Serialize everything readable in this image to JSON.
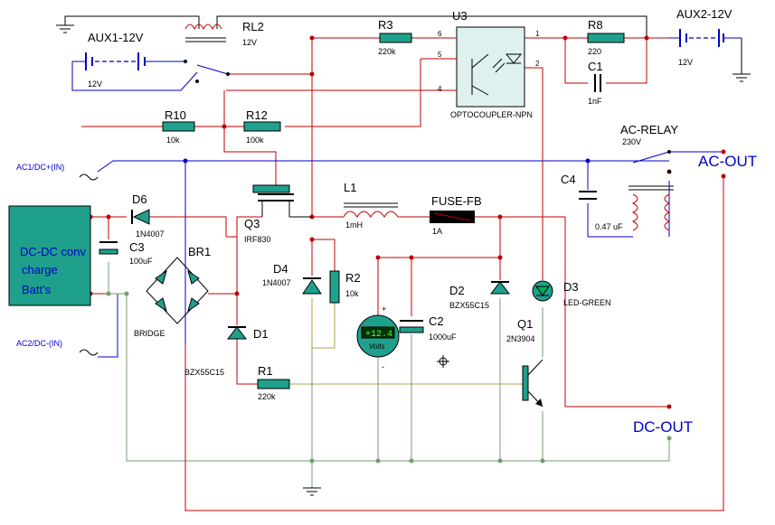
{
  "components": {
    "aux1": {
      "label": "AUX1-12V",
      "value": "12V"
    },
    "aux2": {
      "label": "AUX2-12V",
      "value": "12V"
    },
    "rl2": {
      "label": "RL2",
      "value": "12V"
    },
    "r3": {
      "label": "R3",
      "value": "220k"
    },
    "u3": {
      "label": "U3",
      "value": "OPTOCOUPLER-NPN",
      "pins": [
        "6",
        "5",
        "4",
        "1",
        "2"
      ]
    },
    "r8": {
      "label": "R8",
      "value": "220"
    },
    "c1": {
      "label": "C1",
      "value": "1nF"
    },
    "r10": {
      "label": "R10",
      "value": "10k"
    },
    "r12": {
      "label": "R12",
      "value": "100k"
    },
    "ac_relay": {
      "label": "AC-RELAY",
      "value": "230V"
    },
    "d6": {
      "label": "D6",
      "value": "1N4007"
    },
    "q3": {
      "label": "Q3",
      "value": "IRF830"
    },
    "l1": {
      "label": "L1",
      "value": "1mH"
    },
    "fuse": {
      "label": "FUSE-FB",
      "value": "1A"
    },
    "c4": {
      "label": "C4",
      "value": "0.47 uF"
    },
    "c3": {
      "label": "C3",
      "value": "100uF"
    },
    "br1": {
      "label": "BR1",
      "value": "BRIDGE"
    },
    "d4": {
      "label": "D4",
      "value": "1N4007"
    },
    "r2": {
      "label": "R2",
      "value": "10k"
    },
    "d2": {
      "label": "D2",
      "value": "BZX55C15"
    },
    "d3": {
      "label": "D3",
      "value": "LED-GREEN"
    },
    "c2": {
      "label": "C2",
      "value": "1000uF"
    },
    "q1": {
      "label": "Q1",
      "value": "2N3904"
    },
    "d1": {
      "label": "D1",
      "value": "BZX55C15"
    },
    "r1": {
      "label": "R1",
      "value": "220k"
    },
    "voltmeter": {
      "reading": "+12.4",
      "unit": "Volts",
      "plus": "+",
      "minus": "-"
    }
  },
  "dcdc_box": {
    "line1": "DC-DC conv",
    "line2": "charge",
    "line3": "Batt's"
  },
  "inputs": {
    "ac1": "AC1/DC+(IN)",
    "ac2": "AC2/DC-(IN)"
  },
  "outputs": {
    "ac_out": "AC-OUT",
    "dc_out": "DC-OUT"
  },
  "colors": {
    "wire_red": "#c00000",
    "wire_blue": "#0000c8",
    "wire_ground": "#6f9f6f",
    "component_fill": "#1fa08c"
  }
}
